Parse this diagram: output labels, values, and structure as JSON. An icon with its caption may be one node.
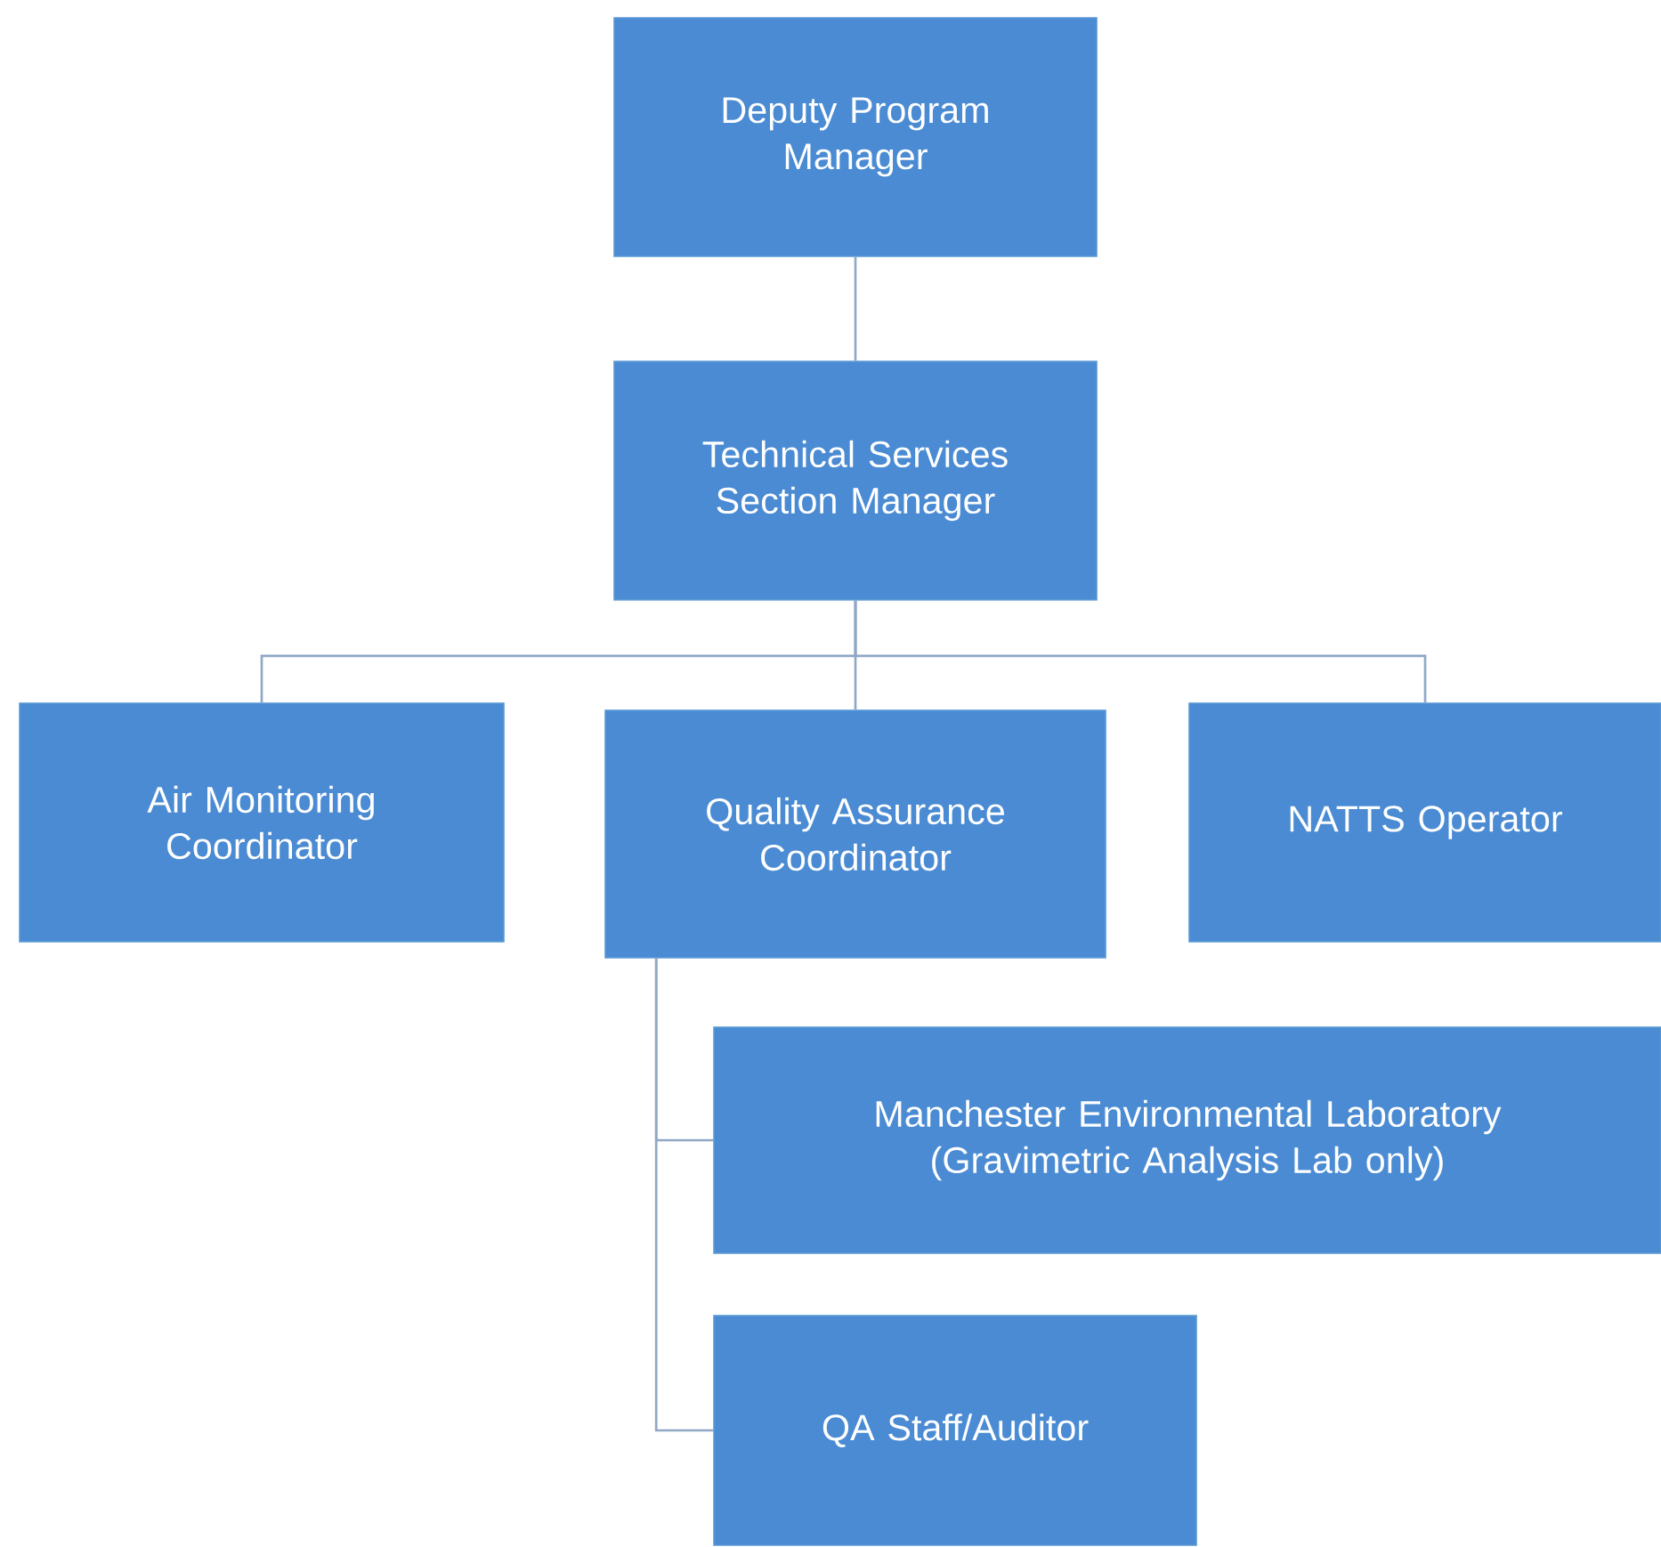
{
  "diagram": {
    "nodes": [
      {
        "text": [
          "Deputy Program Manager"
        ]
      },
      {
        "text": [
          "Technical Services Section Manager"
        ]
      },
      {
        "text": [
          "Air Monitoring Coordinator"
        ]
      },
      {
        "text": [
          "Quality Assurance Coordinator"
        ]
      },
      {
        "text": [
          "NATTS Operator"
        ]
      },
      {
        "text": [
          "Manchester Environmental Laboratory (Gravimetric Analysis Lab only)"
        ]
      },
      {
        "text": [
          "QA Staff/Auditor"
        ]
      }
    ],
    "edges": [
      {
        "from": 0,
        "to": 1,
        "arrow": "none"
      },
      {
        "from": 1,
        "to": 2,
        "arrow": "none"
      },
      {
        "from": 1,
        "to": 3,
        "arrow": "none"
      },
      {
        "from": 1,
        "to": 4,
        "arrow": "none"
      },
      {
        "from": 3,
        "to": 5,
        "arrow": "none"
      },
      {
        "from": 3,
        "to": 6,
        "arrow": "none"
      }
    ]
  }
}
